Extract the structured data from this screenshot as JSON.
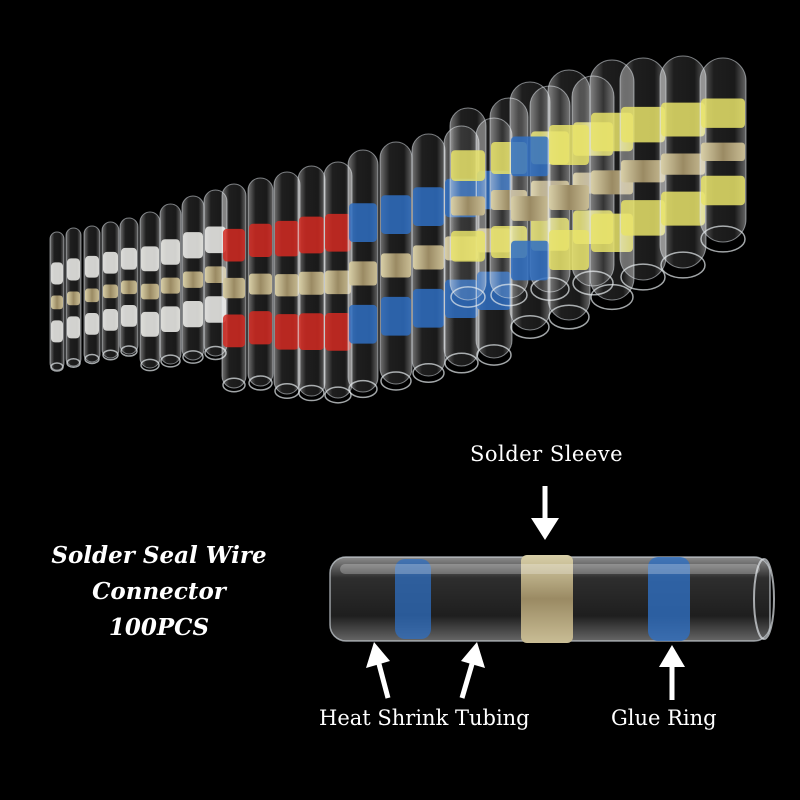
{
  "product": {
    "title_line1": "Solder Seal Wire",
    "title_line2": "Connector",
    "title_line3": "100PCS"
  },
  "callouts": {
    "solder_sleeve": "Solder Sleeve",
    "heat_shrink_tubing": "Heat Shrink Tubing",
    "glue_ring": "Glue Ring"
  },
  "connector_colors": {
    "white": "#f2f2ee",
    "red": "#d42a22",
    "blue": "#2f6fc2",
    "yellow": "#e8e36a",
    "solder": "#a79872"
  }
}
